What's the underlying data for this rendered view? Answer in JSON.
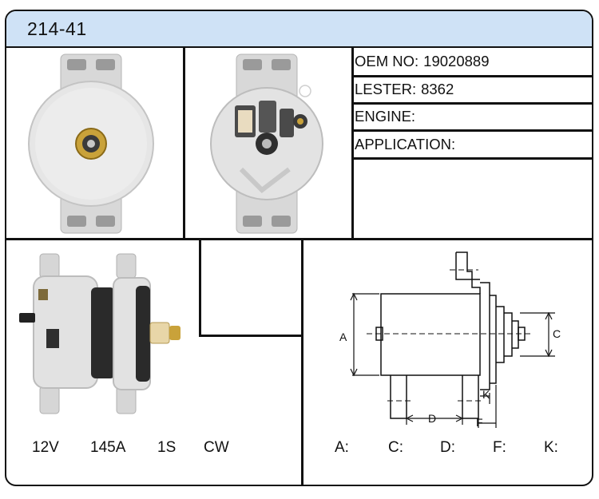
{
  "part_number": "214-41",
  "specs": {
    "oem_no": {
      "label": "OEM NO:",
      "value": "19020889"
    },
    "lester": {
      "label": "LESTER:",
      "value": "8362"
    },
    "engine": {
      "label": "ENGINE:",
      "value": ""
    },
    "application": {
      "label": "APPLICATION:",
      "value": ""
    }
  },
  "ratings": {
    "voltage": "12V",
    "amperage": "145A",
    "pulley": "1S",
    "rotation": "CW"
  },
  "dimensions": {
    "diagram_labels": [
      "A",
      "C",
      "D",
      "F",
      "K"
    ],
    "fields": [
      {
        "label": "A:",
        "value": ""
      },
      {
        "label": "C:",
        "value": ""
      },
      {
        "label": "D:",
        "value": ""
      },
      {
        "label": "F:",
        "value": ""
      },
      {
        "label": "K:",
        "value": ""
      }
    ]
  }
}
